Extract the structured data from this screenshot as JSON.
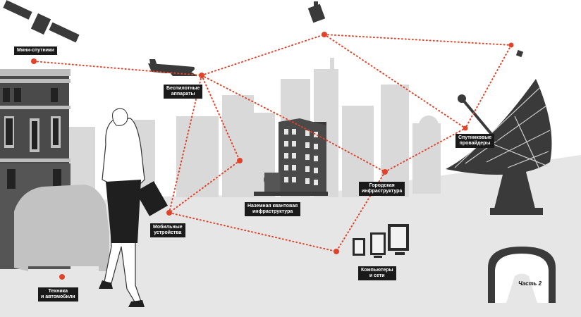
{
  "nodes": [
    {
      "id": "mini_sat",
      "label": "Мини-спутники"
    },
    {
      "id": "drones",
      "label": "Беспилотные\nаппараты"
    },
    {
      "id": "quantum",
      "label": "Наземная квантовая\nинфраструктура"
    },
    {
      "id": "city",
      "label": "Городская\nинфраструктура"
    },
    {
      "id": "sat_prov",
      "label": "Спутниковые\nпровайдеры"
    },
    {
      "id": "mobile",
      "label": "Мобильные\nустройства"
    },
    {
      "id": "computers",
      "label": "Компьютеры\nи сети"
    },
    {
      "id": "vehicles",
      "label": "Техника\nи автомобили"
    }
  ],
  "tunnel": {
    "label": "Часть 2"
  },
  "colors": {
    "link": "#e0432a",
    "illustration": "#3a3a3a",
    "background_shape": "#dcdcdc",
    "label_bg": "#1a1a1a"
  }
}
